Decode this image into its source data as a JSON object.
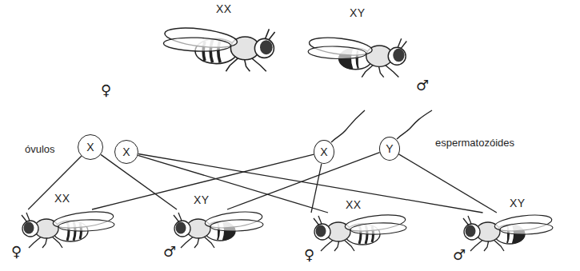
{
  "diagram": {
    "nodes": [
      {
        "text": [
          "XX",
          "♀"
        ]
      },
      {
        "text": [
          "XY",
          "♂"
        ]
      },
      {
        "text": [
          "X"
        ]
      },
      {
        "text": [
          "X"
        ]
      },
      {
        "text": [
          "X"
        ]
      },
      {
        "text": [
          "Y"
        ]
      },
      {
        "text": [
          "XX",
          "♀"
        ]
      },
      {
        "text": [
          "XY",
          "♂"
        ]
      },
      {
        "text": [
          "XX",
          "♀"
        ]
      },
      {
        "text": [
          "XY",
          "♂"
        ]
      }
    ],
    "edges": [
      {
        "from": 2,
        "to": 6,
        "arrow": "none"
      },
      {
        "from": 2,
        "to": 7,
        "arrow": "none"
      },
      {
        "from": 3,
        "to": 8,
        "arrow": "none"
      },
      {
        "from": 3,
        "to": 9,
        "arrow": "none"
      },
      {
        "from": 4,
        "to": 6,
        "arrow": "none"
      },
      {
        "from": 4,
        "to": 8,
        "arrow": "none"
      },
      {
        "from": 5,
        "to": 7,
        "arrow": "none"
      },
      {
        "from": 5,
        "to": 9,
        "arrow": "none"
      }
    ],
    "labels": [
      "óvulos",
      "espermatozóides"
    ]
  }
}
